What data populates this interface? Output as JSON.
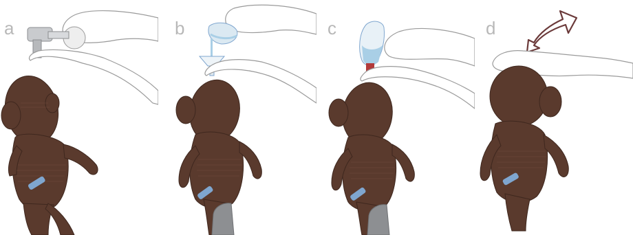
{
  "steps": [
    {
      "letter": "a",
      "action": "wrench-on-head"
    },
    {
      "letter": "b",
      "action": "pour-into-funnel"
    },
    {
      "letter": "c",
      "action": "fill-from-bottle"
    },
    {
      "letter": "d",
      "action": "press-head-down"
    }
  ],
  "colors": {
    "doll_body": "#5a3a2d",
    "doll_shadow": "#3e271e",
    "doll_highlight": "#7a5545",
    "hand_fill": "#ffffff",
    "hand_stroke": "#9a9a9a",
    "water": "#a9cfe6",
    "clip": "#7fa6cf",
    "stand": "#8d8f92",
    "arrow": "#6b3a3a",
    "letter": "#b8b8b8"
  }
}
